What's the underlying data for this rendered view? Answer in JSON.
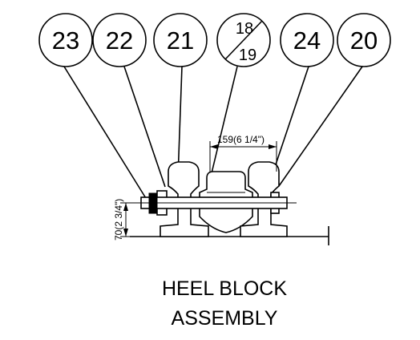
{
  "callouts": [
    {
      "label": "23"
    },
    {
      "label": "22"
    },
    {
      "label": "21"
    },
    {
      "label_top": "18",
      "label_bottom": "19"
    },
    {
      "label": "24"
    },
    {
      "label": "20"
    }
  ],
  "dimensions": {
    "horizontal": "159(6  1/4\")",
    "vertical": "70(2  3/4\")"
  },
  "title": {
    "line1": "HEEL BLOCK",
    "line2": "ASSEMBLY"
  }
}
